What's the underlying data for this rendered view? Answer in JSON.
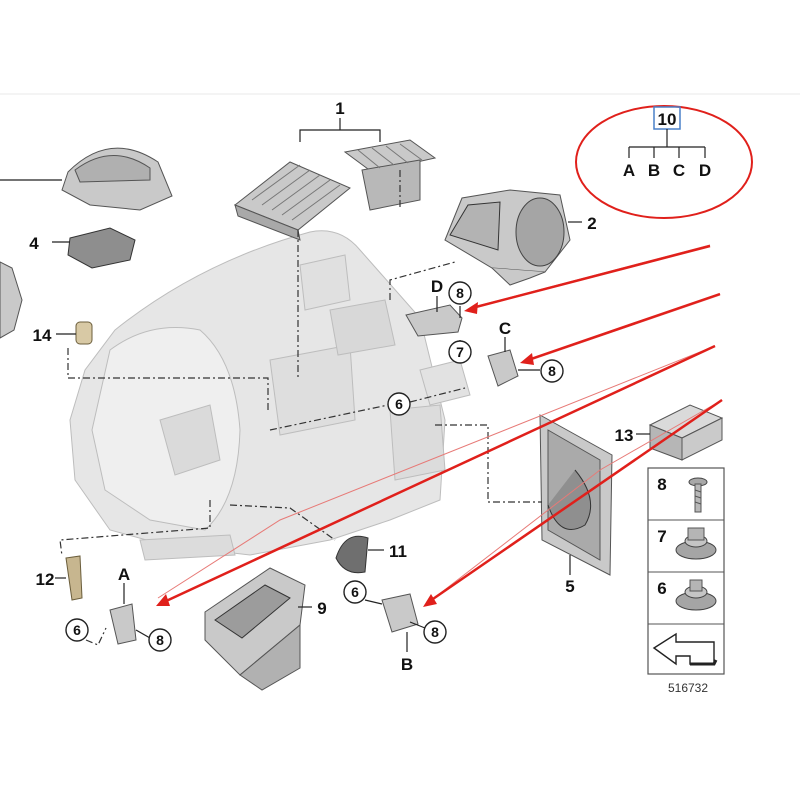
{
  "callouts": {
    "part_1": "1",
    "part_2": "2",
    "part_4": "4",
    "part_5": "5",
    "part_9": "9",
    "part_11": "11",
    "part_12": "12",
    "part_13": "13",
    "part_14": "14"
  },
  "circled": {
    "c6_main": "6",
    "c7": "7",
    "c8_d": "8",
    "c8_c": "8",
    "c8_a": "8",
    "c6_a": "6",
    "c8_b": "8",
    "c6_b": "6"
  },
  "variant_labels": {
    "a": "A",
    "b": "B",
    "c": "C",
    "d": "D"
  },
  "legend_tree": {
    "root": "10",
    "children": [
      "A",
      "B",
      "C",
      "D"
    ]
  },
  "parts_panel": {
    "item_8": "8",
    "item_7": "7",
    "item_6": "6"
  },
  "diagram_code": "516732",
  "colors": {
    "annotation_red": "#e0201b",
    "root_box_blue": "#4a80c8"
  }
}
